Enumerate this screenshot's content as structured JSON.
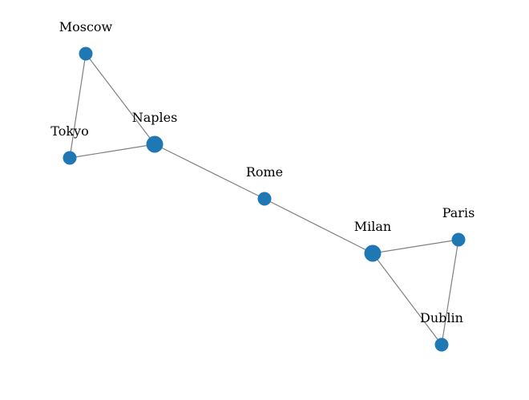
{
  "diagram": {
    "type": "network-graph",
    "node_color": "#1f77b4",
    "edge_color": "#808080",
    "nodes": [
      {
        "id": "moscow",
        "label": "Moscow",
        "degree": 2
      },
      {
        "id": "tokyo",
        "label": "Tokyo",
        "degree": 2
      },
      {
        "id": "naples",
        "label": "Naples",
        "degree": 3
      },
      {
        "id": "rome",
        "label": "Rome",
        "degree": 2
      },
      {
        "id": "milan",
        "label": "Milan",
        "degree": 3
      },
      {
        "id": "paris",
        "label": "Paris",
        "degree": 2
      },
      {
        "id": "dublin",
        "label": "Dublin",
        "degree": 2
      }
    ],
    "edges": [
      {
        "source": "moscow",
        "target": "tokyo"
      },
      {
        "source": "moscow",
        "target": "naples"
      },
      {
        "source": "tokyo",
        "target": "naples"
      },
      {
        "source": "naples",
        "target": "rome"
      },
      {
        "source": "rome",
        "target": "milan"
      },
      {
        "source": "milan",
        "target": "paris"
      },
      {
        "source": "milan",
        "target": "dublin"
      },
      {
        "source": "paris",
        "target": "dublin"
      }
    ]
  }
}
